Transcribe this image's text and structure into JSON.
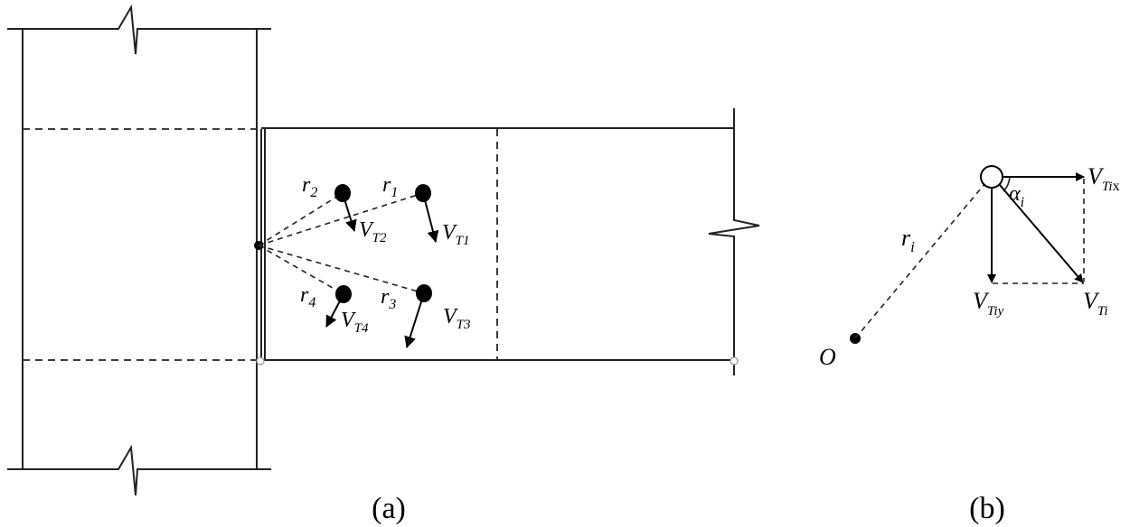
{
  "panel_a": {
    "caption": "(a)",
    "bolts": [
      {
        "r": "r",
        "r_sub": "1",
        "v": "V",
        "v_sub": "T1"
      },
      {
        "r": "r",
        "r_sub": "2",
        "v": "V",
        "v_sub": "T2"
      },
      {
        "r": "r",
        "r_sub": "3",
        "v": "V",
        "v_sub": "T3"
      },
      {
        "r": "r",
        "r_sub": "4",
        "v": "V",
        "v_sub": "T4"
      }
    ]
  },
  "panel_b": {
    "caption": "(b)",
    "origin_label": "O",
    "radius_label": "r",
    "radius_sub": "i",
    "angle_label": "α",
    "angle_sub": "i",
    "vx_label": "V",
    "vx_sub_italic": "Ti",
    "vx_sub_upright": "x",
    "vy_label": "V",
    "vy_sub": "Tiy",
    "v_label": "V",
    "v_sub": "Ti"
  }
}
